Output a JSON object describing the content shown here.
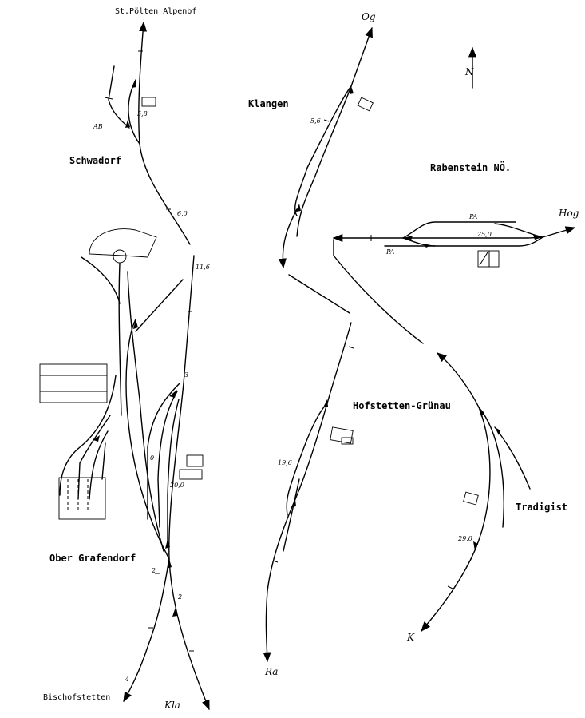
{
  "stations": {
    "st_poelten": "St.Pölten Alpenbf",
    "schwadorf": "Schwadorf",
    "klangen": "Klangen",
    "rabenstein": "Rabenstein NÖ.",
    "hofstetten": "Hofstetten-Grünau",
    "tradigist": "Tradigist",
    "ober_grafendorf": "Ober Grafendorf",
    "bischofstetten": "Bischofstetten"
  },
  "direction_labels": {
    "og": "Og",
    "hog": "Hog",
    "k": "K",
    "ra": "Ra",
    "kla": "Kla",
    "ab": "AB",
    "north": "N"
  },
  "kilometer_marks": {
    "km_5_8": "5,8",
    "km_6_0": "6,0",
    "km_11_6": "11,6",
    "km_5_6": "5,6",
    "km_25_0": "25,0",
    "km_19_6": "19,6",
    "km_29_0": "29,0",
    "km_3": "3",
    "km_0": "0",
    "km_20_0": "20,0",
    "km_2a": "2",
    "km_2b": "2",
    "km_4": "4"
  },
  "platform_marks": {
    "pa1": "PA",
    "pa2": "PA"
  }
}
